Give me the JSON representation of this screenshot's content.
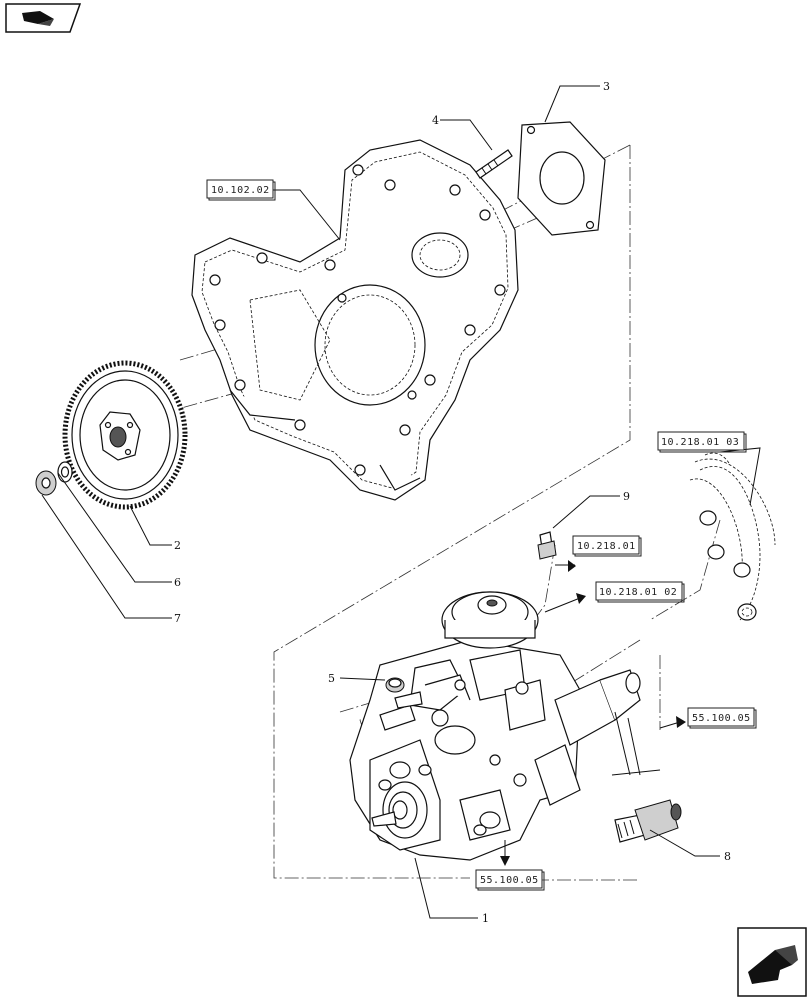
{
  "reference_labels": {
    "timing_cover": "10.102.02",
    "inj_lines": "10.218.01 03",
    "lines_a": "10.218.01",
    "lines_b": "10.218.01 02",
    "electrical_right": "55.100.05",
    "electrical_bottom": "55.100.05"
  },
  "callouts": [
    "1",
    "2",
    "3",
    "4",
    "5",
    "6",
    "7",
    "8",
    "9"
  ],
  "icons": {
    "top_left": "book-arrow-icon",
    "bottom_right": "next-page-arrow-icon"
  }
}
